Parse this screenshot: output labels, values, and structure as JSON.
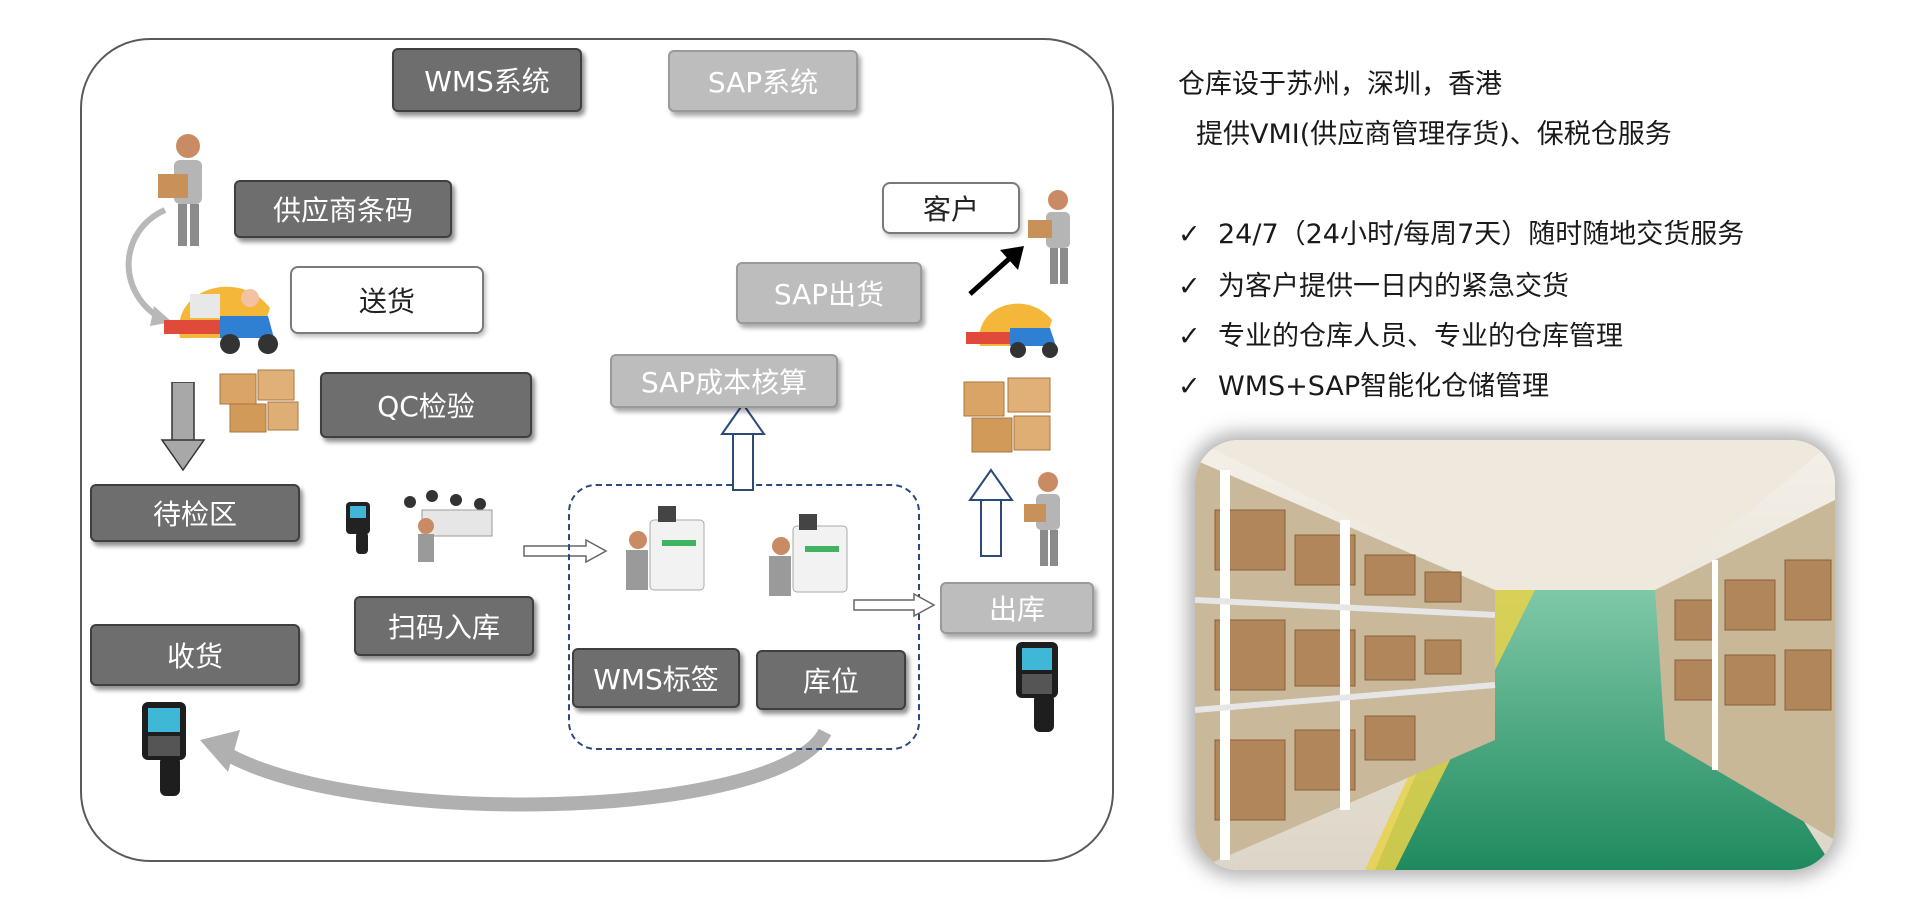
{
  "diagram": {
    "systems": {
      "wms": "WMS系统",
      "sap": "SAP系统"
    },
    "steps": {
      "supplier_barcode": "供应商条码",
      "delivery": "送货",
      "qc": "QC检验",
      "pending_area": "待检区",
      "receiving": "收货",
      "scan_inbound": "扫码入库",
      "wms_label": "WMS标签",
      "location": "库位",
      "sap_costing": "SAP成本核算",
      "sap_shipping": "SAP出货",
      "customer": "客户",
      "outbound": "出库"
    }
  },
  "info": {
    "line1": "仓库设于苏州，深圳，香港",
    "line2": "提供VMI(供应商管理存货)、保税仓服务",
    "check_mark": "✓",
    "bullets": [
      "24/7（24小时/每周7天）随时随地交货服务",
      "为客户提供一日内的紧急交货",
      "专业的仓库人员、专业的仓库管理",
      "WMS+SAP智能化仓储管理"
    ]
  },
  "colors": {
    "dark_box": "#6e6e6e",
    "light_box": "#bdbdbd",
    "dashed_border": "#2b4a7a",
    "floor": "#2e9a6e"
  }
}
